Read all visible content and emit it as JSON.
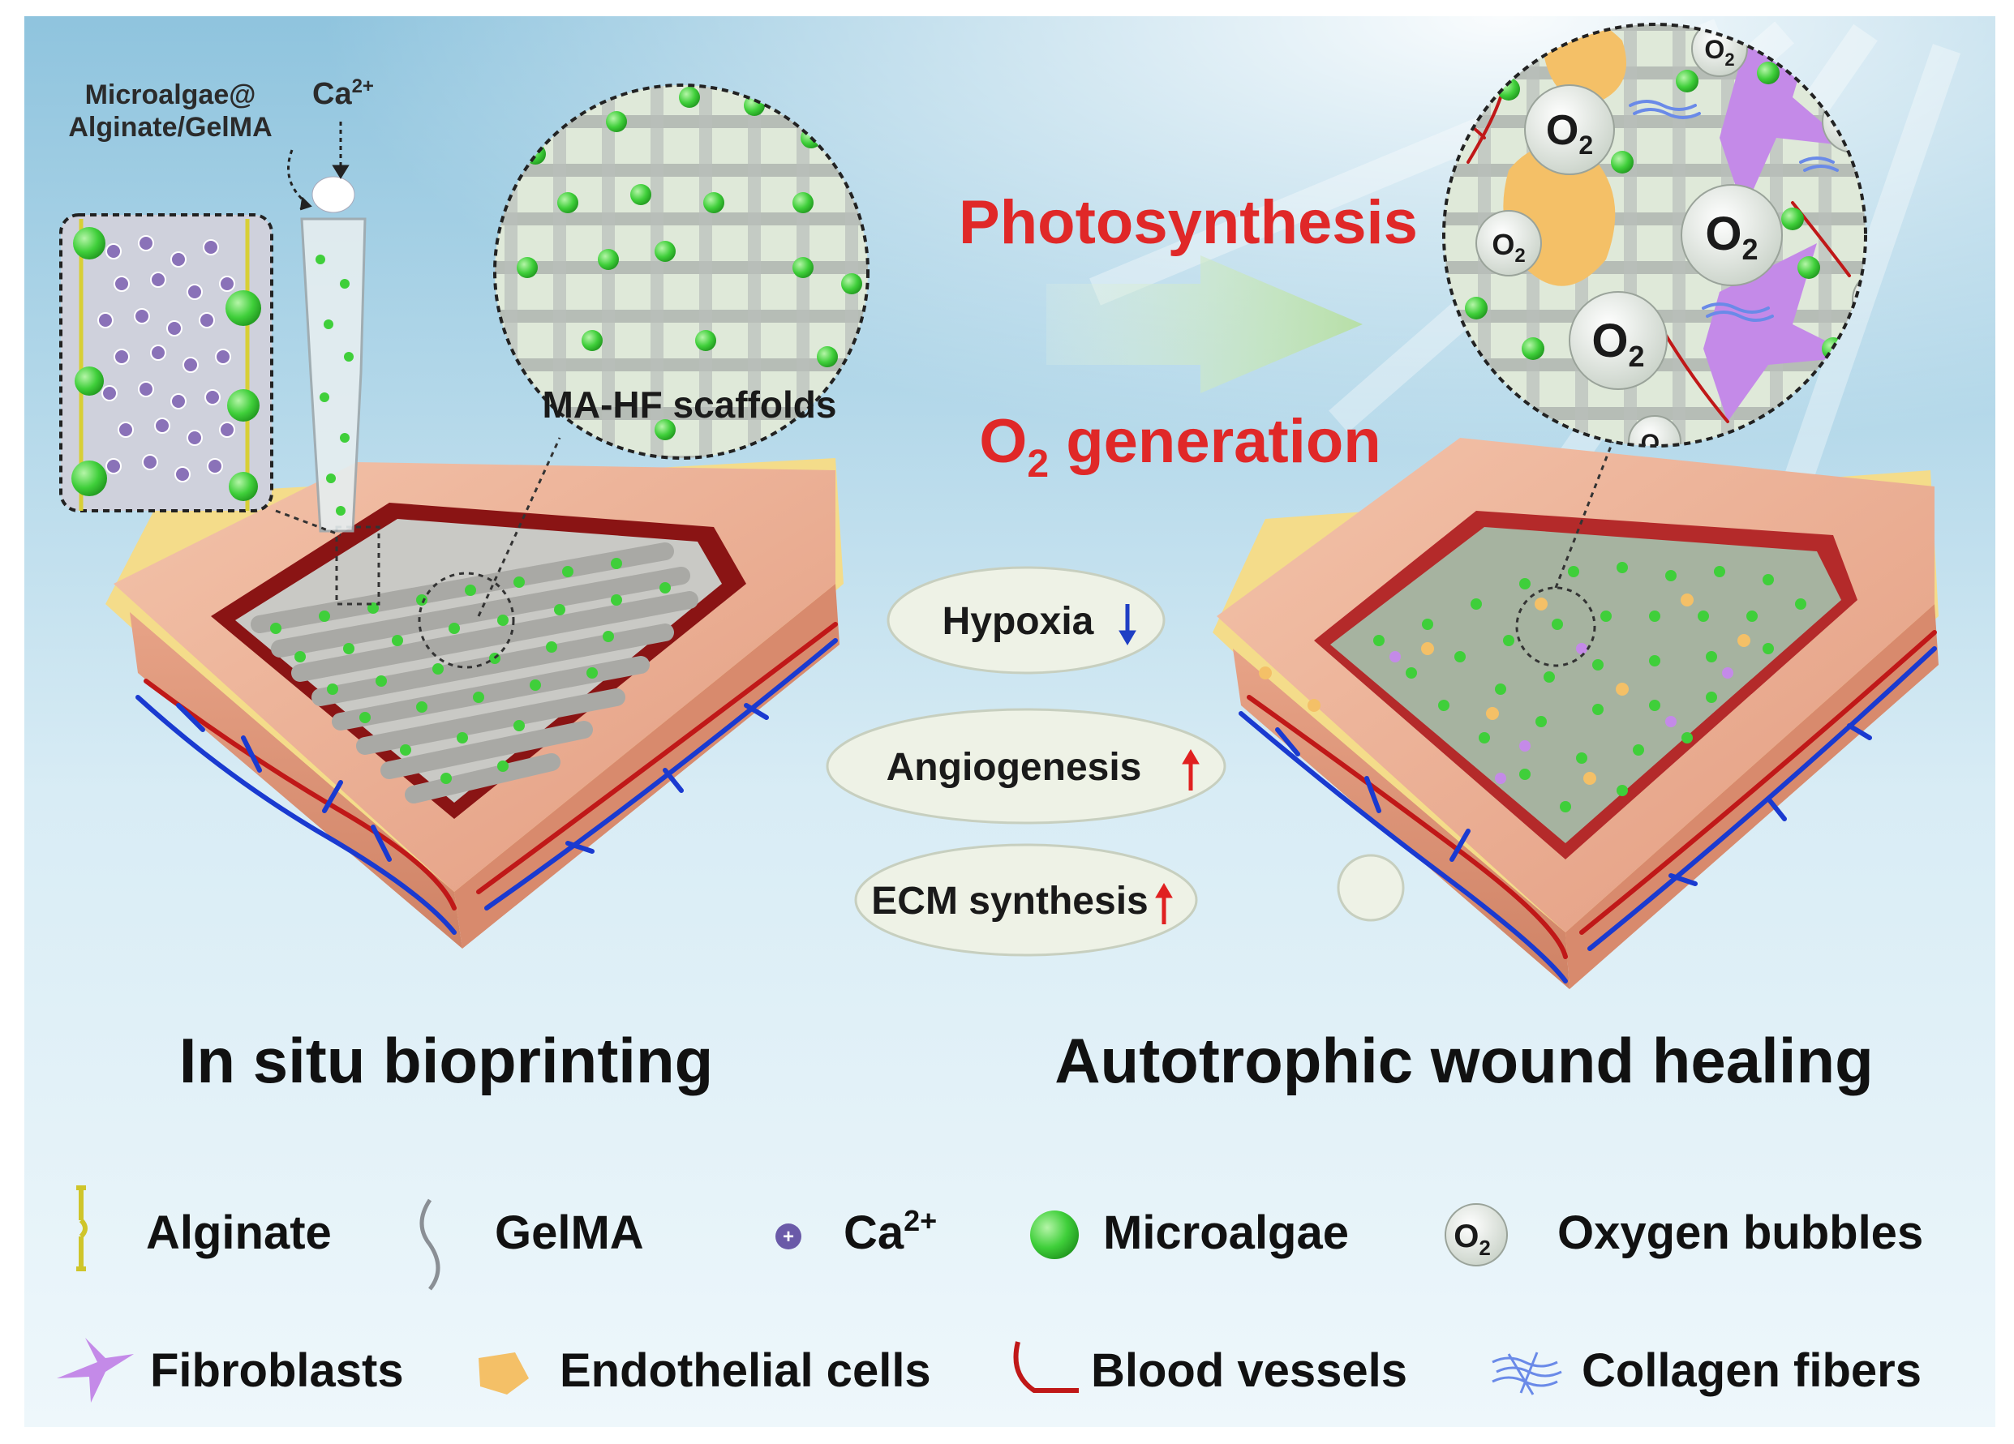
{
  "figure": {
    "left_panel": {
      "title": "In situ bioprinting",
      "ink_label_line1": "Microalgae@",
      "ink_label_line2": "Alginate/GelMA",
      "crosslinker": "Ca",
      "crosslinker_charge": "2+",
      "zoom_label": "MA-HF scaffolds"
    },
    "center": {
      "process1": "Photosynthesis",
      "process2_prefix": "O",
      "process2_sub": "2",
      "process2_suffix": " generation",
      "effects": [
        {
          "label": "Hypoxia",
          "direction": "down",
          "arrow_color": "#1f3fc4"
        },
        {
          "label": "Angiogenesis",
          "direction": "up",
          "arrow_color": "#e02020"
        },
        {
          "label": "ECM synthesis",
          "direction": "up",
          "arrow_color": "#e02020"
        }
      ]
    },
    "right_panel": {
      "title": "Autotrophic wound healing",
      "bubble_text": "O",
      "bubble_sub": "2"
    },
    "legend": {
      "row1": [
        "Alginate",
        "GelMA",
        "Ca",
        "Microalgae",
        "Oxygen bubbles"
      ],
      "ca_charge": "2+",
      "o2_symbol": "O",
      "o2_sub": "2",
      "row2": [
        "Fibroblasts",
        "Endothelial cells",
        "Blood vessels",
        "Collagen fibers"
      ]
    },
    "colors": {
      "red_text": "#e02828",
      "microalgae": "#3fcf3a",
      "skin": "#e9a98e",
      "vessel_red": "#c01818",
      "vessel_blue": "#1a3ad0",
      "fibroblast": "#c48ae8",
      "endothelial": "#f4c067",
      "bubble": "#eef2e6"
    }
  }
}
